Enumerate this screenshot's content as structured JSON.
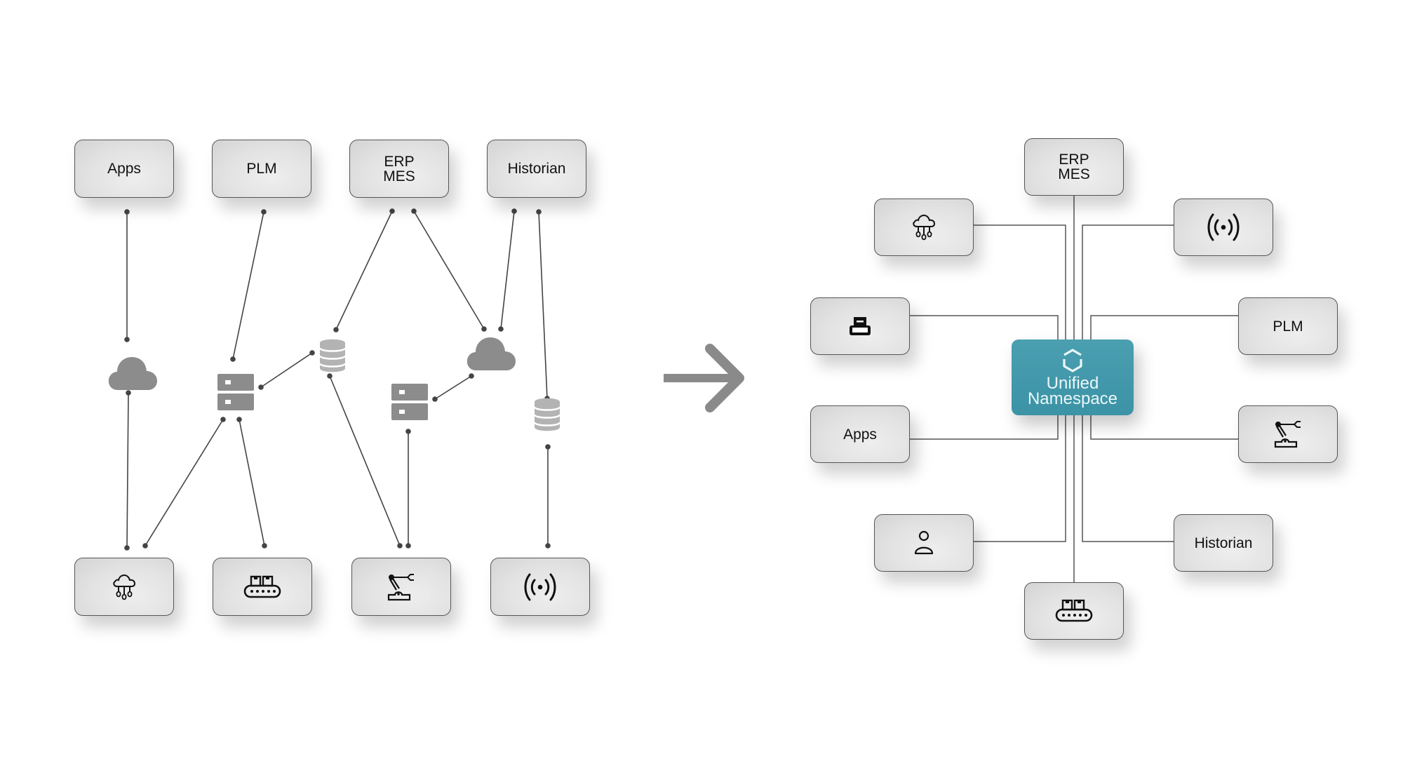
{
  "colors": {
    "accent": "#4399ab",
    "node_fill": "#e2e2e2",
    "node_border": "#555555",
    "mid_icon": "#8c8c8c",
    "db_icon": "#b3b3b3",
    "line": "#444444",
    "arrow": "#8a8a8a"
  },
  "before": {
    "top_nodes": [
      {
        "id": "apps",
        "label": "Apps"
      },
      {
        "id": "plm",
        "label": "PLM"
      },
      {
        "id": "erp-mes",
        "label": "ERP\nMES"
      },
      {
        "id": "historian",
        "label": "Historian"
      }
    ],
    "middle_icons": [
      {
        "id": "cloud-1",
        "icon": "cloud-icon"
      },
      {
        "id": "server-1",
        "icon": "server-icon"
      },
      {
        "id": "database-1",
        "icon": "database-icon"
      },
      {
        "id": "server-2",
        "icon": "server-icon"
      },
      {
        "id": "cloud-2",
        "icon": "cloud-icon"
      },
      {
        "id": "database-2",
        "icon": "database-icon"
      }
    ],
    "bottom_nodes": [
      {
        "id": "cloud-network",
        "icon": "cloud-network-icon"
      },
      {
        "id": "conveyor",
        "icon": "conveyor-belt-icon"
      },
      {
        "id": "robot-arm",
        "icon": "robot-arm-icon"
      },
      {
        "id": "broadcast",
        "icon": "broadcast-signal-icon"
      }
    ],
    "connections": [
      [
        "apps",
        "cloud-1"
      ],
      [
        "plm",
        "server-1"
      ],
      [
        "erp-mes",
        "database-1"
      ],
      [
        "erp-mes",
        "cloud-2"
      ],
      [
        "historian",
        "cloud-2"
      ],
      [
        "historian",
        "database-2"
      ],
      [
        "server-1",
        "database-1"
      ],
      [
        "server-2",
        "cloud-2"
      ],
      [
        "cloud-1",
        "cloud-network"
      ],
      [
        "server-1",
        "cloud-network"
      ],
      [
        "server-1",
        "conveyor"
      ],
      [
        "database-1",
        "robot-arm"
      ],
      [
        "server-2",
        "robot-arm"
      ],
      [
        "database-2",
        "broadcast"
      ]
    ]
  },
  "transition_arrow": {
    "icon": "arrow-right-icon"
  },
  "after": {
    "hub": {
      "label": "Unified\nNamespace",
      "icon": "hexagon-icon"
    },
    "nodes": [
      {
        "id": "erp-mes",
        "label": "ERP\nMES"
      },
      {
        "id": "cloud-network",
        "icon": "cloud-network-icon"
      },
      {
        "id": "broadcast",
        "icon": "broadcast-signal-icon"
      },
      {
        "id": "printer",
        "icon": "printer-icon"
      },
      {
        "id": "plm",
        "label": "PLM"
      },
      {
        "id": "apps",
        "label": "Apps"
      },
      {
        "id": "robot-arm",
        "icon": "robot-arm-icon"
      },
      {
        "id": "person",
        "icon": "person-icon"
      },
      {
        "id": "historian",
        "label": "Historian"
      },
      {
        "id": "conveyor",
        "icon": "conveyor-belt-icon"
      }
    ]
  }
}
